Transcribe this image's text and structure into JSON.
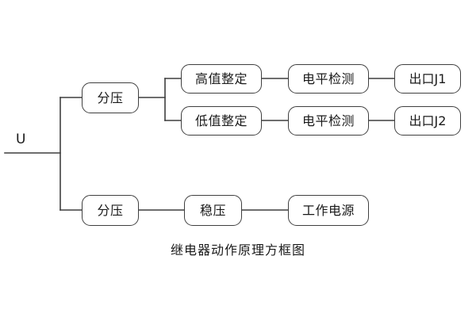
{
  "diagram": {
    "caption": "继电器动作原理方框图",
    "input_label": "U",
    "colors": {
      "background": "#ffffff",
      "line": "#3f3f3f",
      "text": "#1a1a1a",
      "node_fill": "#ffffff"
    },
    "nodes": {
      "divider_top": "分压",
      "high_setting": "高值整定",
      "low_setting": "低值整定",
      "level_detect_high": "电平检测",
      "level_detect_low": "电平检测",
      "output_j1": "出口J1",
      "output_j2": "出口J2",
      "divider_bottom": "分压",
      "regulator": "稳压",
      "working_power": "工作电源"
    },
    "branches": {
      "upper": [
        "分压",
        "高值整定",
        "电平检测",
        "出口J1"
      ],
      "upper_second": [
        "分压",
        "低值整定",
        "电平检测",
        "出口J2"
      ],
      "lower": [
        "分压",
        "稳压",
        "工作电源"
      ]
    }
  }
}
